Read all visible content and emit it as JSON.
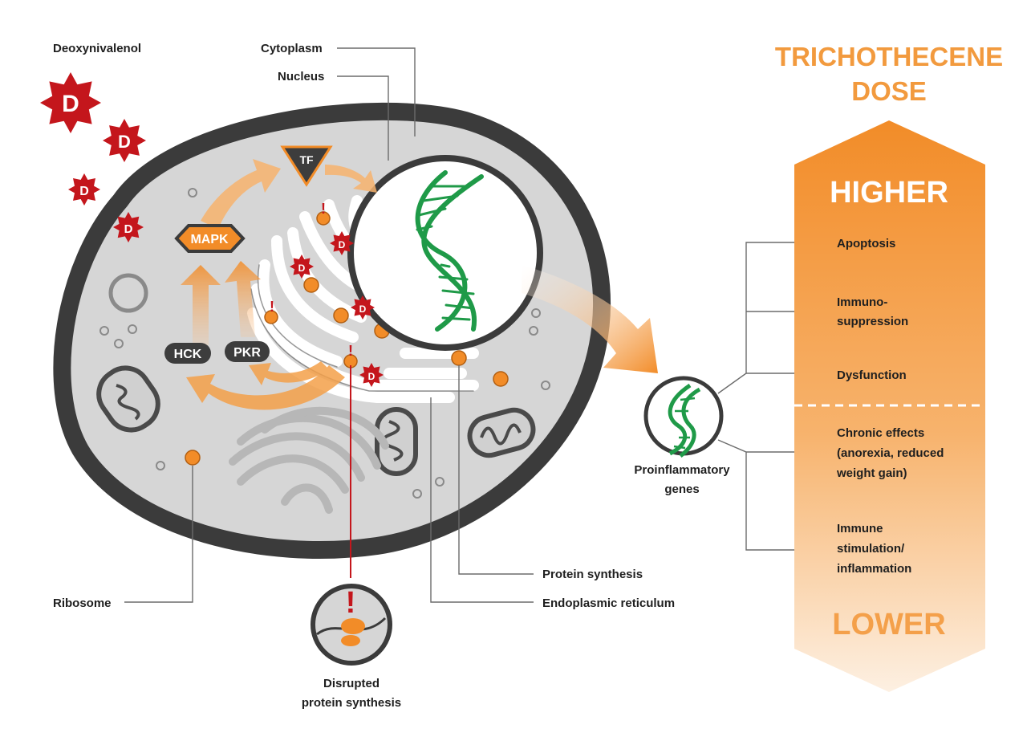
{
  "labels": {
    "deoxynivalenol": "Deoxynivalenol",
    "cytoplasm": "Cytoplasm",
    "nucleus": "Nucleus",
    "ribosome": "Ribosome",
    "protein_synthesis": "Protein synthesis",
    "endoplasmic_reticulum": "Endoplasmic reticulum",
    "disrupted_line1": "Disrupted",
    "disrupted_line2": "protein synthesis",
    "proinflammatory_line1": "Proinflammatory",
    "proinflammatory_line2": "genes"
  },
  "toxin_marker": "D",
  "alert_mark": "!",
  "kinases": {
    "mapk": "MAPK",
    "tf": "TF",
    "hck": "HCK",
    "pkr": "PKR"
  },
  "dose_panel": {
    "title_line1": "TRICHOTHECENE",
    "title_line2": "DOSE",
    "higher": "HIGHER",
    "lower": "LOWER"
  },
  "effects": {
    "apoptosis": "Apoptosis",
    "immuno_line1": "Immuno-",
    "immuno_line2": "suppression",
    "dysfunction": "Dysfunction",
    "chronic_line1": "Chronic effects",
    "chronic_line2": "(anorexia, reduced",
    "chronic_line3": "weight gain)",
    "immune_line1": "Immune",
    "immune_line2": "stimulation/",
    "immune_line3": "inflammation"
  },
  "colors": {
    "orange": "#f28c28",
    "toxin_red": "#c4161c",
    "cell_grey": "#d6d6d6",
    "membrane": "#3b3b3b",
    "dna_green": "#1f9a48"
  }
}
